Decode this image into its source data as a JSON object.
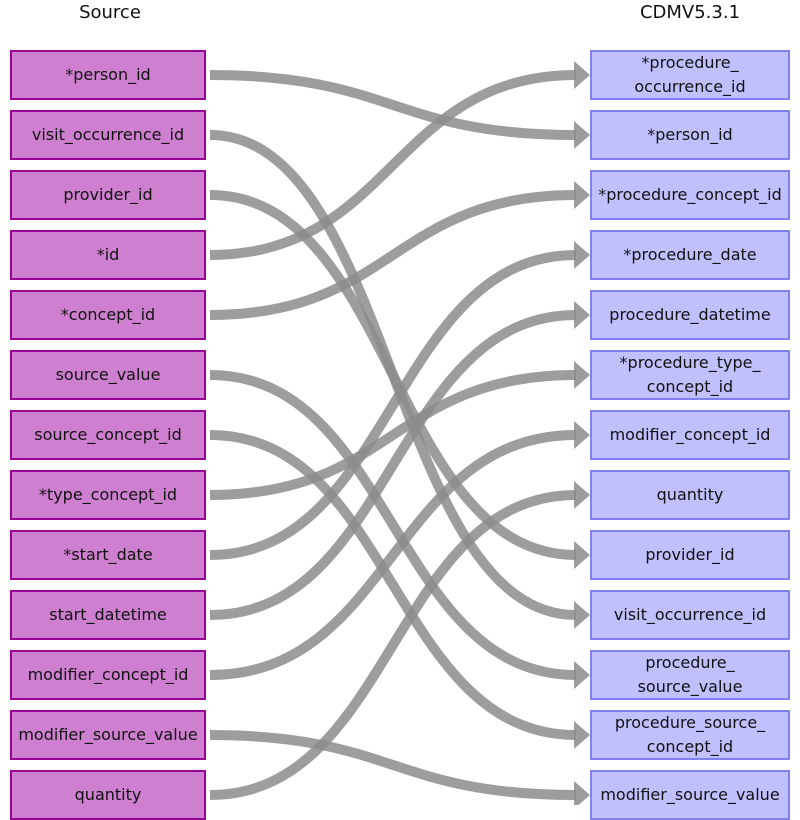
{
  "titles": {
    "source": "Source",
    "target": "CDMV5.3.1"
  },
  "source_fields": [
    "*person_id",
    "visit_occurrence_id",
    "provider_id",
    "*id",
    "*concept_id",
    "source_value",
    "source_concept_id",
    "*type_concept_id",
    "*start_date",
    "start_datetime",
    "modifier_concept_id",
    "modifier_source_value",
    "quantity"
  ],
  "target_fields": [
    "*procedure_\noccurrence_id",
    "*person_id",
    "*procedure_concept_id",
    "*procedure_date",
    "procedure_datetime",
    "*procedure_type_\nconcept_id",
    "modifier_concept_id",
    "quantity",
    "provider_id",
    "visit_occurrence_id",
    "procedure_\nsource_value",
    "procedure_source_\nconcept_id",
    "modifier_source_value"
  ],
  "mappings": [
    {
      "from": 0,
      "to": 1
    },
    {
      "from": 1,
      "to": 9
    },
    {
      "from": 2,
      "to": 8
    },
    {
      "from": 3,
      "to": 0
    },
    {
      "from": 4,
      "to": 2
    },
    {
      "from": 5,
      "to": 10
    },
    {
      "from": 6,
      "to": 11
    },
    {
      "from": 7,
      "to": 5
    },
    {
      "from": 8,
      "to": 3
    },
    {
      "from": 9,
      "to": 4
    },
    {
      "from": 10,
      "to": 6
    },
    {
      "from": 11,
      "to": 12
    },
    {
      "from": 12,
      "to": 7
    }
  ],
  "colors": {
    "source_fill": "#cf7fcf",
    "source_border": "#990099",
    "target_fill": "#c0c0ff",
    "target_border": "#8080ee",
    "link": "#8c8c8c"
  }
}
